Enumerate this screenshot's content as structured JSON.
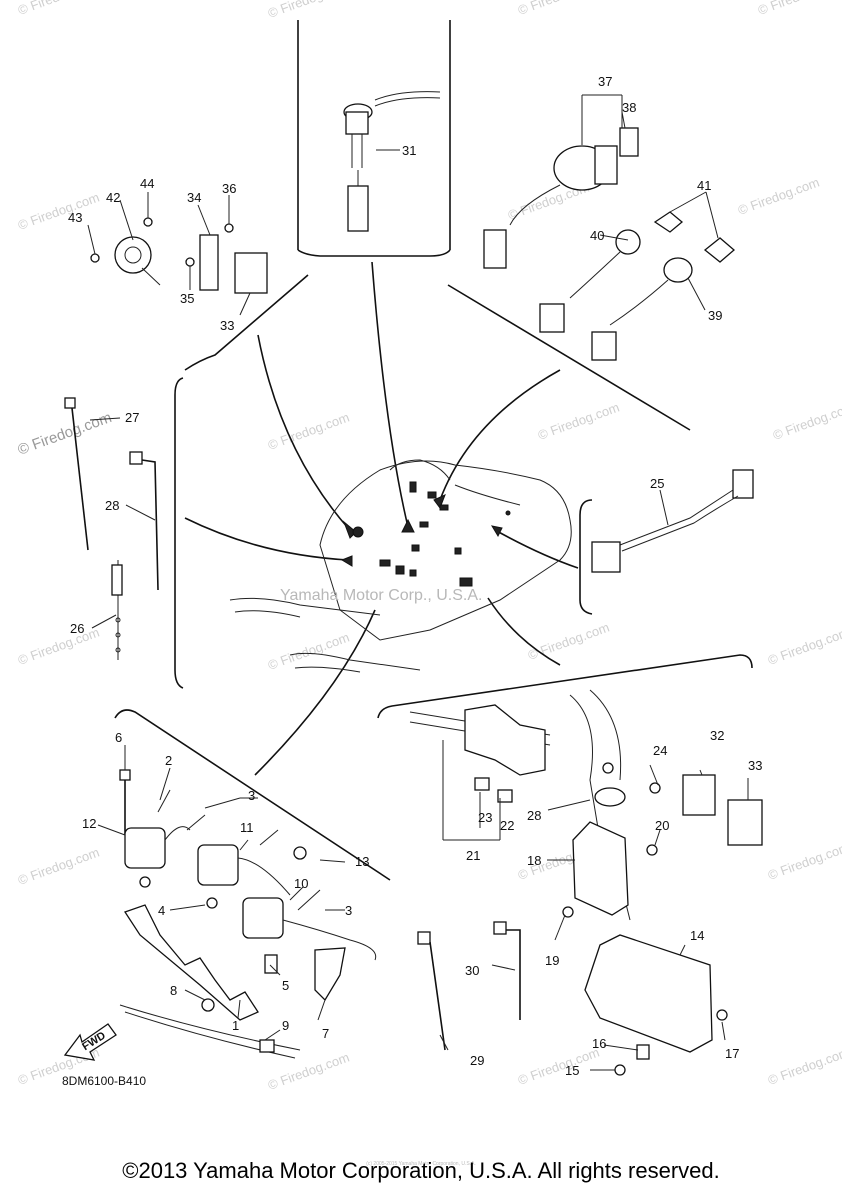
{
  "watermark": {
    "text": "© Firedog.com",
    "center_text": "Yamaha Motor Corp., U.S.A."
  },
  "diagram_code": "8DM6100-B410",
  "fwd_label": "FWD",
  "copyright": "©2013 Yamaha Motor Corporation, U.S.A. All rights reserved.",
  "tiny_credit": "(c) 2005-2015 Yamaha Motor Corporation, U.S.A.",
  "callouts": [
    "1",
    "2",
    "3",
    "3",
    "4",
    "5",
    "6",
    "7",
    "8",
    "9",
    "10",
    "11",
    "12",
    "13",
    "14",
    "15",
    "16",
    "17",
    "18",
    "19",
    "20",
    "21",
    "22",
    "23",
    "24",
    "25",
    "26",
    "27",
    "28",
    "28",
    "29",
    "30",
    "31",
    "32",
    "33",
    "33",
    "34",
    "35",
    "36",
    "37",
    "38",
    "39",
    "40",
    "41",
    "42",
    "43",
    "44"
  ]
}
